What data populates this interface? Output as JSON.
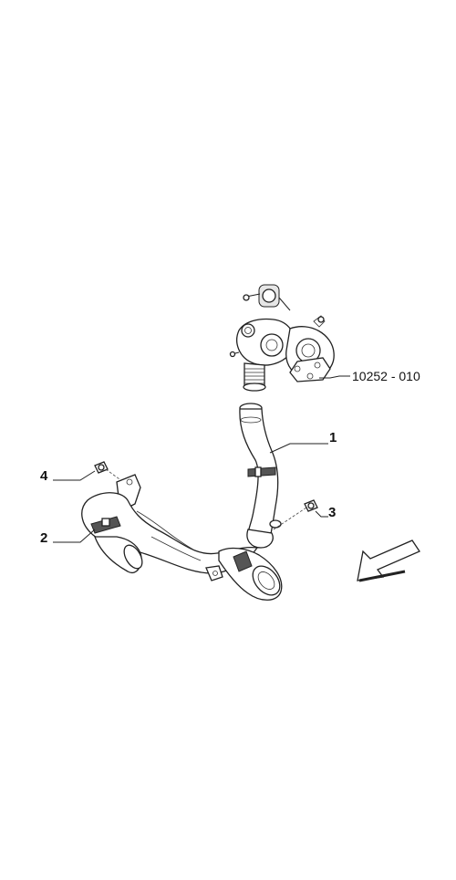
{
  "reference_code": "10252 - 010",
  "callouts": {
    "c1": "1",
    "c2": "2",
    "c3": "3",
    "c4": "4"
  },
  "icons": {
    "direction_arrow": "direction-arrow-icon"
  }
}
